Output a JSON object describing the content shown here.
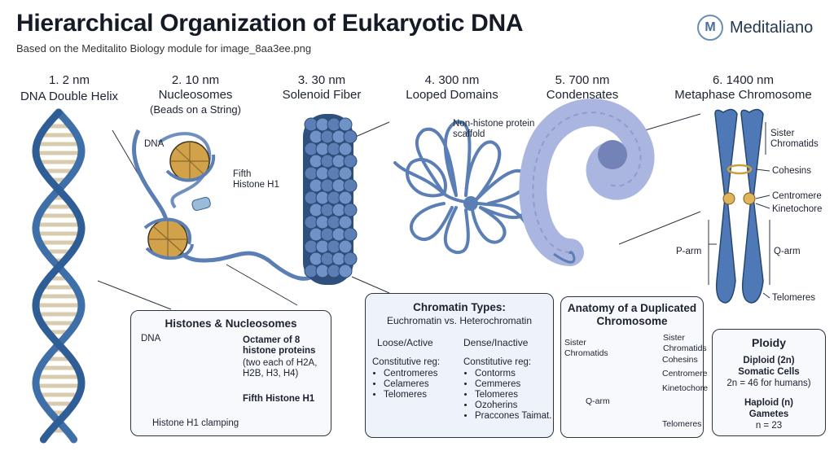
{
  "header": {
    "title": "Hierarchical Organization of Eukaryotic DNA",
    "subtitle": "Based on the Meditalito Biology module for image_8aa3ee.png",
    "brand": "Meditaliano",
    "brand_logo_letter": "M"
  },
  "stages": [
    {
      "number": "1. 2 nm",
      "name": "DNA Double Helix",
      "sub": ""
    },
    {
      "number": "2. 10 nm",
      "name": "Nucleosomes",
      "sub": "(Beads on a String)"
    },
    {
      "number": "3. 30 nm",
      "name": "Solenoid Fiber",
      "sub": ""
    },
    {
      "number": "4. 300 nm",
      "name": "Looped Domains",
      "sub": ""
    },
    {
      "number": "5. 700 nm",
      "name": "Condensates",
      "sub": ""
    },
    {
      "number": "6. 1400 nm",
      "name": "Metaphase Chromosome",
      "sub": ""
    }
  ],
  "labels": {
    "dna": "DNA",
    "fifth_histone": "Fifth Histone H1",
    "scaffold": "Non-histone protein scaffold",
    "sister_chromatids": "Sister Chromatids",
    "cohesins": "Cohesins",
    "centromere": "Centromere",
    "kinetochore": "Kinetochore",
    "p_arm": "P-arm",
    "q_arm": "Q-arm",
    "telomeres": "Telomeres"
  },
  "histones_box": {
    "title": "Histones & Nucleosomes",
    "dna": "DNA",
    "octamer_title": "Octamer of 8 histone proteins",
    "octamer_detail": "(two each of H2A, H2B, H3, H4)",
    "fifth": "Fifth Histone H1",
    "clamping": "Histone H1 clamping"
  },
  "chromatin_box": {
    "title": "Chromatin Types:",
    "subtitle": "Euchromatin vs. Heterochromatin",
    "left_head": "Loose/Active",
    "right_head": "Dense/Inactive",
    "left_reg": "Constitutive reg:",
    "right_reg": "Constitutive reg:",
    "left_items": [
      "Centromeres",
      "Celameres",
      "Telomeres"
    ],
    "right_items": [
      "Contorms",
      "Cemmeres",
      "Telomeres",
      "Ozoherins",
      "Praccones Taimat."
    ]
  },
  "anatomy_box": {
    "title": "Anatomy of a Duplicated Chromosome",
    "sister_left": "Sister Chromatids",
    "sister_right": "Sister Chromatids",
    "cohesins": "Cohesins",
    "centromere": "Centromere",
    "kinetochore": "Kinetochore",
    "q_arm": "Q-arm",
    "telomeres": "Telomeres"
  },
  "ploidy_box": {
    "title": "Ploidy",
    "diploid": "Diploid (2n)",
    "somatic": "Somatic Cells",
    "somatic_count": "2n = 46 for humans)",
    "haploid": "Haploid (n)",
    "gametes": "Gametes",
    "gametes_count": "n = 23"
  },
  "colors": {
    "dna_blue": "#3e6fa8",
    "base_beige": "#e8dcc0",
    "histone_gold": "#d1a24a",
    "fiber_blue": "#5b7fb5",
    "pale_blue": "#aab6df",
    "chromosome_blue": "#4f79b6",
    "centromere_gold": "#e0b45a"
  }
}
